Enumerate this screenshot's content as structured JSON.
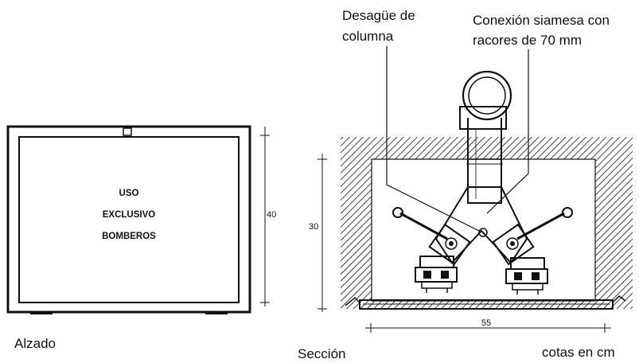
{
  "elevation": {
    "sign_lines": [
      "USO",
      "EXCLUSIVO",
      "BOMBEROS"
    ],
    "height_dim": "40",
    "caption": "Alzado"
  },
  "section": {
    "label_drain": [
      "Desagüe de",
      "columna"
    ],
    "label_connection": [
      "Conexión siamesa con",
      "racores de 70 mm"
    ],
    "height_dim": "30",
    "width_dim": "55",
    "caption": "Sección"
  },
  "units_note": "cotas en cm"
}
